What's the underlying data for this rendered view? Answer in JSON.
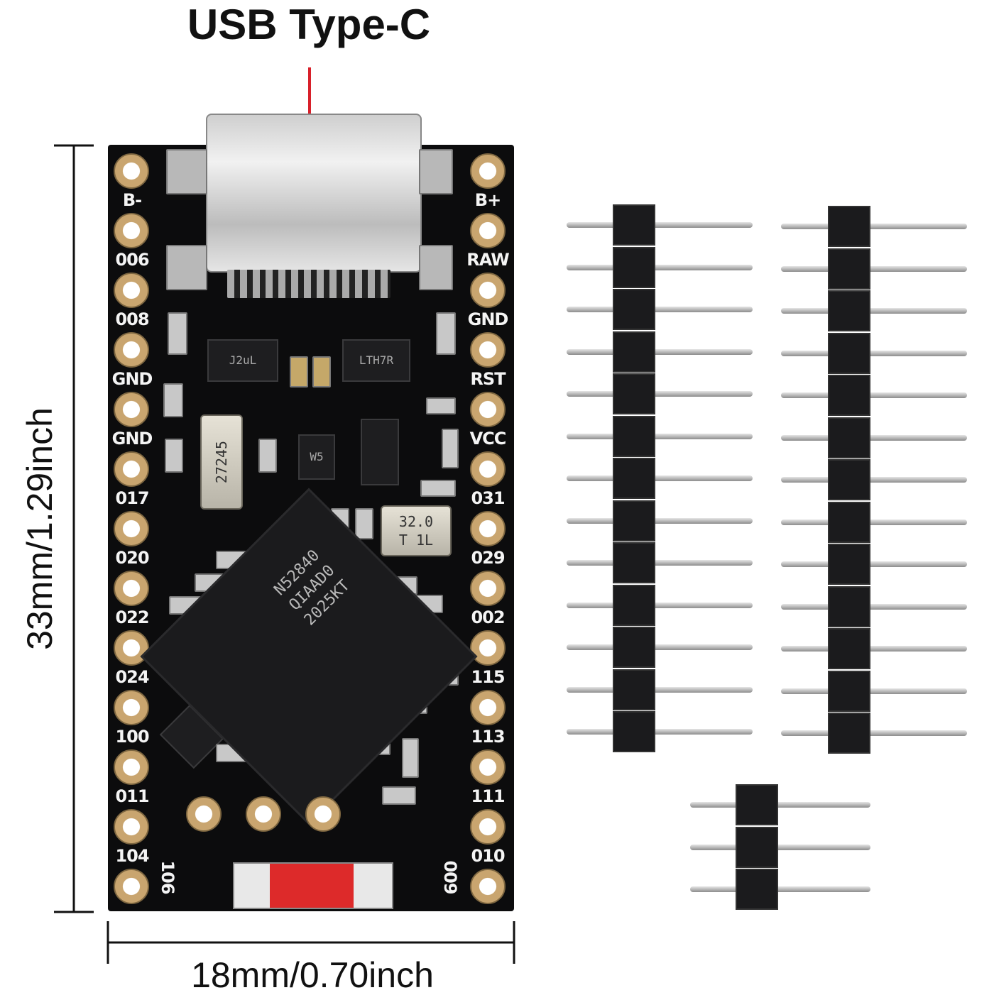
{
  "title": "USB Type-C",
  "dimensions": {
    "height": "33mm/1.29inch",
    "width": "18mm/0.70inch"
  },
  "board": {
    "left_pins": [
      "B-",
      "006",
      "008",
      "GND",
      "GND",
      "017",
      "020",
      "022",
      "024",
      "100",
      "011",
      "104",
      "106"
    ],
    "right_pins": [
      "B+",
      "RAW",
      "GND",
      "RST",
      "VCC",
      "031",
      "029",
      "002",
      "115",
      "113",
      "111",
      "010",
      "009"
    ],
    "chip_lines": [
      "N52840",
      "QIAAD0",
      "2025KT"
    ],
    "crystal_1": "27245",
    "crystal_2_lines": [
      "32.0",
      "T 1L"
    ],
    "ic_1": "J2uL",
    "ic_2": "LTH7R",
    "ic_3": "W5"
  },
  "headers": {
    "strip_1_pins": 13,
    "strip_2_pins": 13,
    "strip_3_pins": 3
  },
  "colors": {
    "pcb": "#0c0c0d",
    "pad": "#c9a56f",
    "callout": "#d8202a"
  }
}
